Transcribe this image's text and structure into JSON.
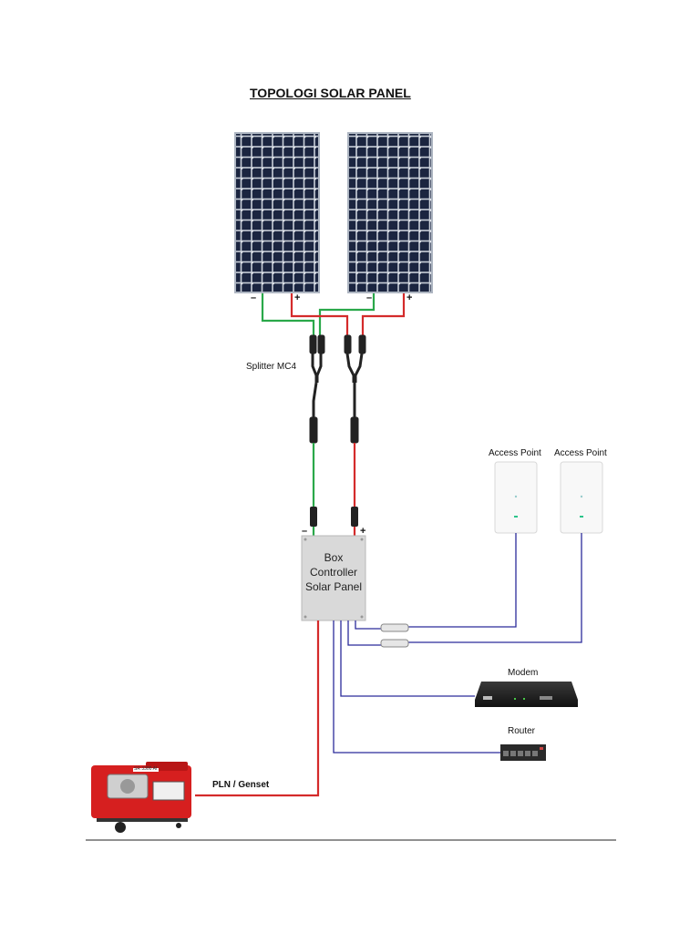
{
  "title": "TOPOLOGI SOLAR PANEL",
  "panels": [
    {
      "id": "panel-1",
      "minus": "–",
      "plus": "+"
    },
    {
      "id": "panel-2",
      "minus": "–",
      "plus": "+"
    }
  ],
  "splitter_label": "Splitter MC4",
  "controller": {
    "minus": "–",
    "plus": "+",
    "lines": [
      "Box",
      "Controller",
      "Solar Panel"
    ]
  },
  "access_points": [
    "Access Point",
    "Access Point"
  ],
  "modem_label": "Modem",
  "router_label": "Router",
  "power_source_label": "PLN / Genset",
  "generator_badge": "SR 3300 AI",
  "colors": {
    "negative_wire": "#2aa84a",
    "positive_wire": "#d42b2b",
    "network_wire": "#2b2b9a",
    "panel_cell": "#1b2540",
    "controller_box": "#d9d9d9",
    "generator_body": "#d61f1f"
  }
}
